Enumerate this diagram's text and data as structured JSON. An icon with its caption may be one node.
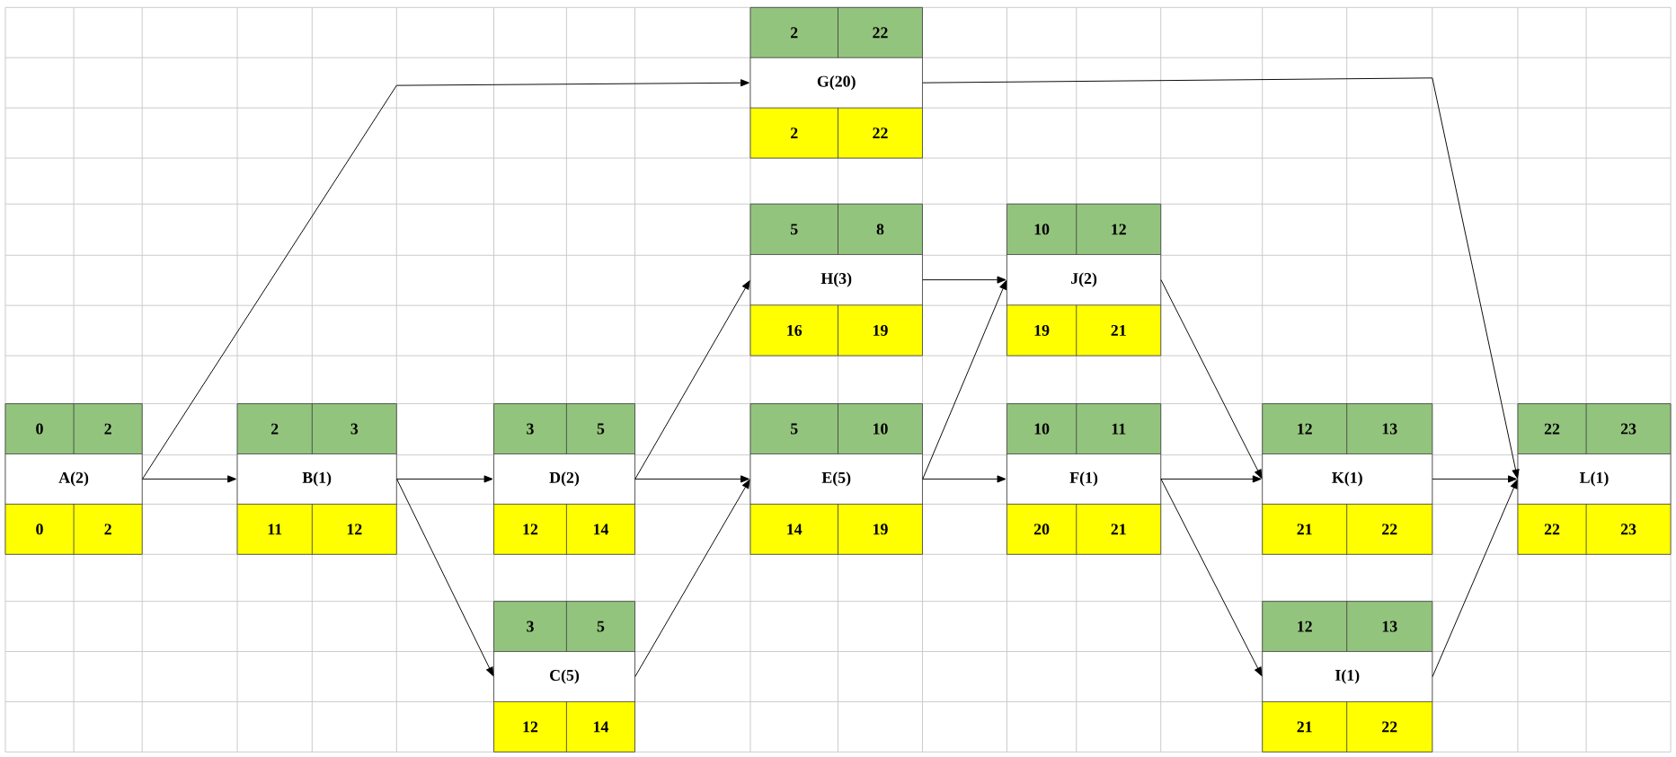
{
  "diagram": {
    "nodes": [
      {
        "text": [
          "2",
          "22",
          "G(20)",
          "2",
          "22"
        ]
      },
      {
        "text": [
          "5",
          "8",
          "H(3)",
          "16",
          "19"
        ]
      },
      {
        "text": [
          "10",
          "12",
          "J(2)",
          "19",
          "21"
        ]
      },
      {
        "text": [
          "0",
          "2",
          "A(2)",
          "0",
          "2"
        ]
      },
      {
        "text": [
          "2",
          "3",
          "B(1)",
          "11",
          "12"
        ]
      },
      {
        "text": [
          "3",
          "5",
          "D(2)",
          "12",
          "14"
        ]
      },
      {
        "text": [
          "5",
          "10",
          "E(5)",
          "14",
          "19"
        ]
      },
      {
        "text": [
          "10",
          "11",
          "F(1)",
          "20",
          "21"
        ]
      },
      {
        "text": [
          "12",
          "13",
          "K(1)",
          "21",
          "22"
        ]
      },
      {
        "text": [
          "22",
          "23",
          "L(1)",
          "22",
          "23"
        ]
      },
      {
        "text": [
          "3",
          "5",
          "C(5)",
          "12",
          "14"
        ]
      },
      {
        "text": [
          "12",
          "13",
          "I(1)",
          "21",
          "22"
        ]
      }
    ],
    "edges": [
      {
        "from": 3,
        "to": 0,
        "arrow": "to"
      },
      {
        "from": 3,
        "to": 4,
        "arrow": "to"
      },
      {
        "from": 4,
        "to": 5,
        "arrow": "to"
      },
      {
        "from": 4,
        "to": 10,
        "arrow": "to"
      },
      {
        "from": 5,
        "to": 1,
        "arrow": "to"
      },
      {
        "from": 5,
        "to": 6,
        "arrow": "to"
      },
      {
        "from": 10,
        "to": 6,
        "arrow": "to"
      },
      {
        "from": 1,
        "to": 2,
        "arrow": "to"
      },
      {
        "from": 6,
        "to": 2,
        "arrow": "to"
      },
      {
        "from": 6,
        "to": 7,
        "arrow": "to"
      },
      {
        "from": 2,
        "to": 8,
        "arrow": "to"
      },
      {
        "from": 7,
        "to": 8,
        "arrow": "to"
      },
      {
        "from": 7,
        "to": 11,
        "arrow": "to"
      },
      {
        "from": 0,
        "to": 9,
        "arrow": "to"
      },
      {
        "from": 8,
        "to": 9,
        "arrow": "to"
      },
      {
        "from": 11,
        "to": 9,
        "arrow": "to"
      }
    ]
  }
}
